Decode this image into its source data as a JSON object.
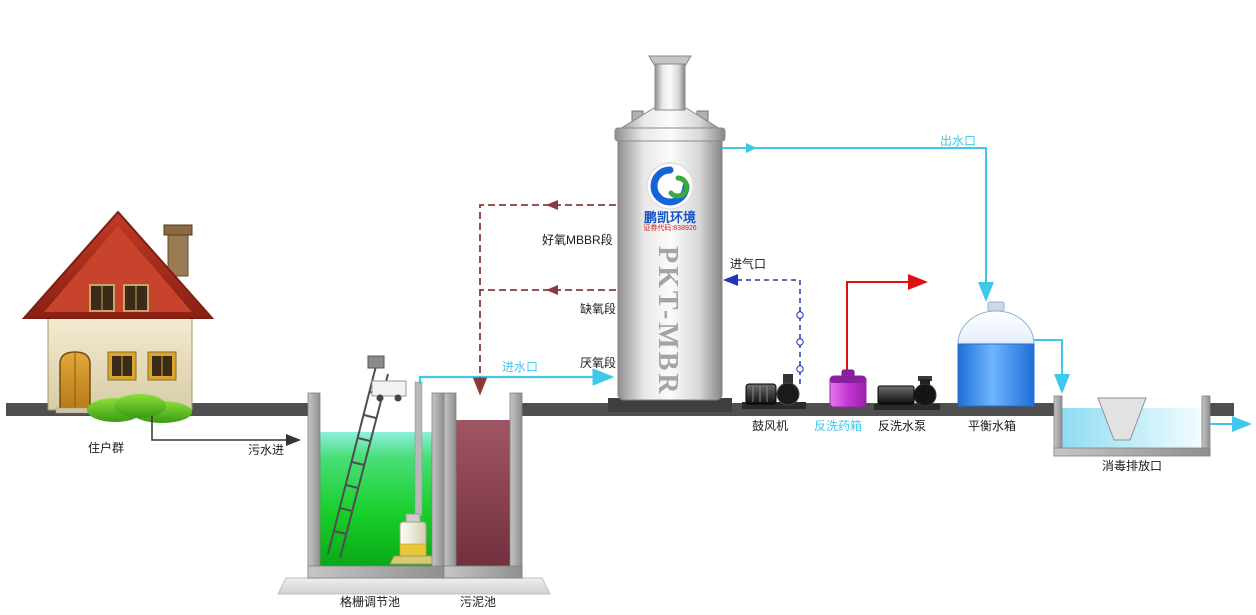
{
  "diagram": {
    "mbr_tank": {
      "model_text": "PKT-MBR",
      "brand_name": "鹏凯环境",
      "stock_code": "证券代码:838926"
    },
    "labels": {
      "residence": "住户群",
      "sewage_inlet": "污水进",
      "grid_regulating_tank": "格栅调节池",
      "sludge_tank": "污泥池",
      "aerobic_mbbr_section": "好氧MBBR段",
      "anoxic_section": "缺氧段",
      "anaerobic_section": "厌氧段",
      "water_inlet": "进水口",
      "air_inlet": "进气口",
      "blower": "鼓风机",
      "backwash_dosing_tank": "反洗药箱",
      "backwash_pump": "反洗水泵",
      "balance_tank": "平衡水箱",
      "water_outlet": "出水口",
      "disinfection_discharge": "消毒排放口"
    },
    "colors": {
      "pipe_water": "#3fc8ec",
      "pipe_air": "#2233bb",
      "pipe_chemical": "#dd1111",
      "pipe_recirculation": "#8a3b3b",
      "pipe_sewage": "#333333",
      "label_cyan": "#3fc8ea",
      "brand_blue": "#1a56c4",
      "stock_red": "#cc2222",
      "grid_tank_water": "#12c81e",
      "sludge_water": "#8a3b4b",
      "balance_tank_water": "#1e78e8",
      "chemical_tank": "#c238d2",
      "ground": "#4f4f4f"
    }
  }
}
